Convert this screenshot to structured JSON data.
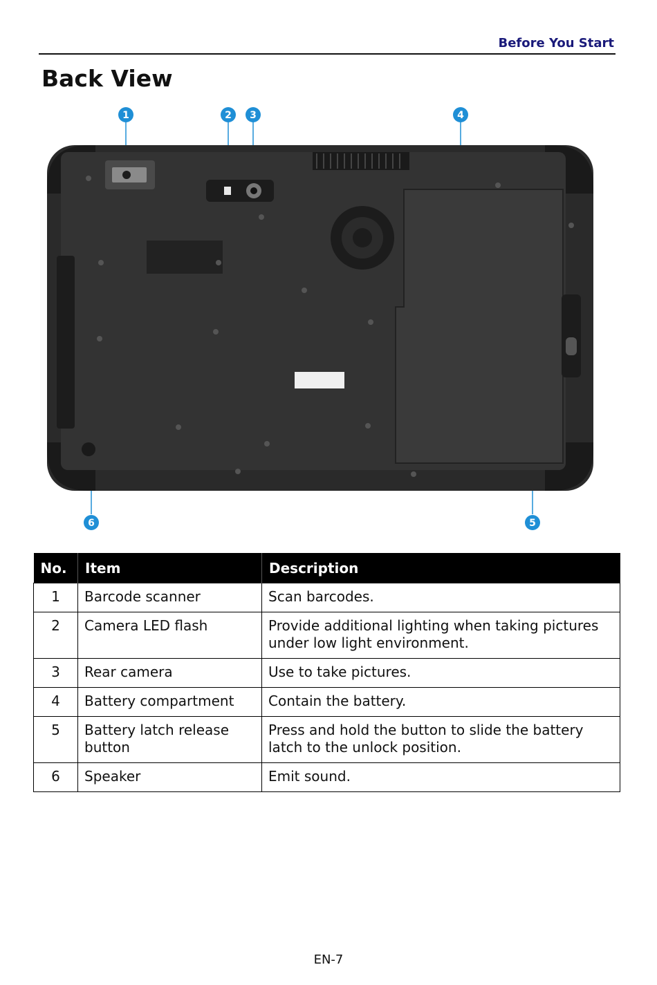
{
  "header": {
    "section_title": "Before You Start"
  },
  "page": {
    "title": "Back View",
    "page_number": "EN-7"
  },
  "figure": {
    "callouts": [
      "1",
      "2",
      "3",
      "4",
      "5",
      "6"
    ],
    "colors": {
      "callout": "#1f8fd6",
      "device_body": "#2a2a2a",
      "device_panel": "#3a3a3a"
    }
  },
  "table": {
    "headers": [
      "No.",
      "Item",
      "Description"
    ],
    "rows": [
      {
        "no": "1",
        "item": "Barcode scanner",
        "description": "Scan barcodes."
      },
      {
        "no": "2",
        "item": "Camera LED flash",
        "description": "Provide additional lighting when taking pictures under low light environment."
      },
      {
        "no": "3",
        "item": "Rear camera",
        "description": "Use to take pictures."
      },
      {
        "no": "4",
        "item": "Battery compartment",
        "description": "Contain the battery."
      },
      {
        "no": "5",
        "item": "Battery latch release button",
        "description": "Press and hold the button to slide the battery latch to the unlock position."
      },
      {
        "no": "6",
        "item": "Speaker",
        "description": "Emit sound."
      }
    ]
  }
}
